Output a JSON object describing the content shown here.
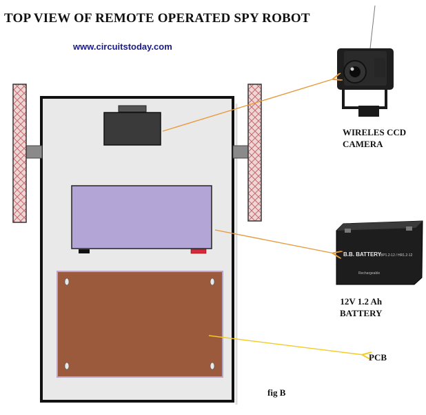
{
  "header": {
    "title": "TOP VIEW OF REMOTE OPERATED SPY ROBOT",
    "website": "www.circuitstoday.com"
  },
  "labels": {
    "camera_line1": "WIRELES CCD",
    "camera_line2": "CAMERA",
    "battery_line1": "12V 1.2 Ah",
    "battery_line2": "BATTERY",
    "pcb": "PCB",
    "figure": "fig B",
    "battery_brand": "B.B. BATTERY",
    "battery_model": "BP1.2-12 / HR1.2-12",
    "battery_caption": "Rechargeable"
  },
  "colors": {
    "chassis_fill": "#e9e9e9",
    "chassis_stroke": "#111111",
    "wheel_fill": "#efd6d6",
    "wheel_hatch": "#c46a6a",
    "camera_block": "#3a3a3a",
    "battery_block": "#b3a6d6",
    "pcb_fill": "#9c5a3c",
    "pcb_border": "#b9a6c8",
    "arrow": "#e79a3c",
    "pcb_arrow": "#f2cc22"
  }
}
